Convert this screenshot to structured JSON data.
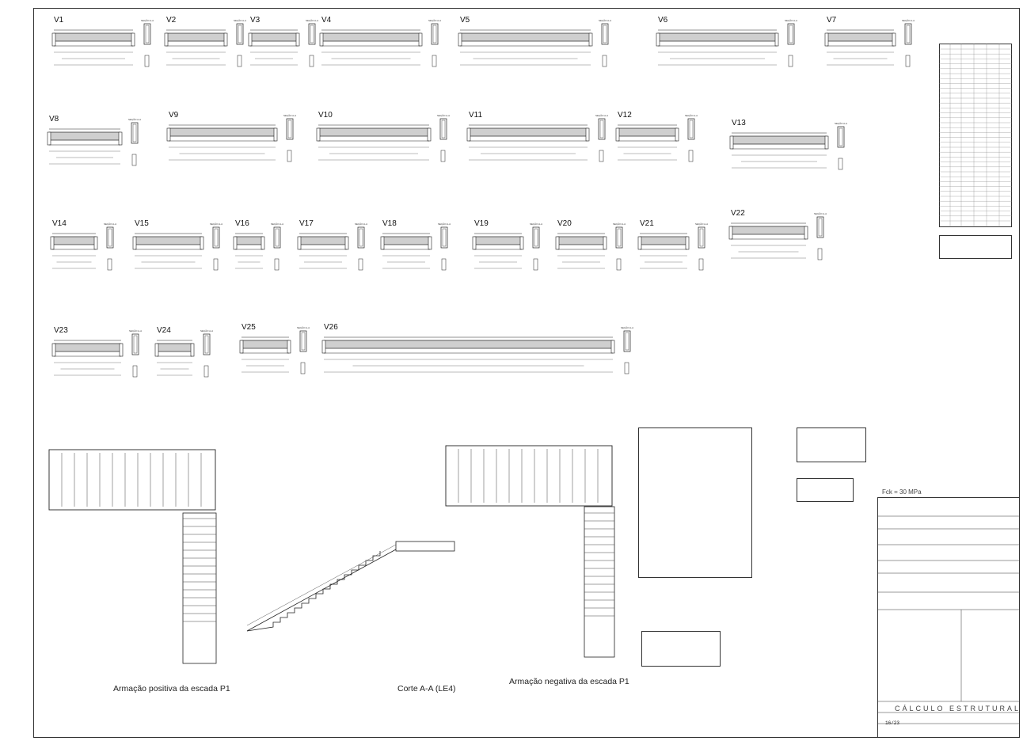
{
  "beams": [
    {
      "id": "V1"
    },
    {
      "id": "V2"
    },
    {
      "id": "V3"
    },
    {
      "id": "V4"
    },
    {
      "id": "V5"
    },
    {
      "id": "V6"
    },
    {
      "id": "V7"
    },
    {
      "id": "V8"
    },
    {
      "id": "V9"
    },
    {
      "id": "V10"
    },
    {
      "id": "V11"
    },
    {
      "id": "V12"
    },
    {
      "id": "V13"
    },
    {
      "id": "V14"
    },
    {
      "id": "V15"
    },
    {
      "id": "V16"
    },
    {
      "id": "V17"
    },
    {
      "id": "V18"
    },
    {
      "id": "V19"
    },
    {
      "id": "V20"
    },
    {
      "id": "V21"
    },
    {
      "id": "V22"
    },
    {
      "id": "V23"
    },
    {
      "id": "V24"
    },
    {
      "id": "V25"
    },
    {
      "id": "V26"
    }
  ],
  "section_tag": "SEÇÃO A-A",
  "captions": {
    "positive_stair": "Armação positiva da escada P1",
    "section_cut": "Corte A-A (LE4)",
    "negative_stair": "Armação negativa da escada P1"
  },
  "fck": "Fck = 30 MPa",
  "title_block": {
    "bottom_banner": "CÁLCULO ESTRUTURAL",
    "sheet_code": "16/23"
  }
}
